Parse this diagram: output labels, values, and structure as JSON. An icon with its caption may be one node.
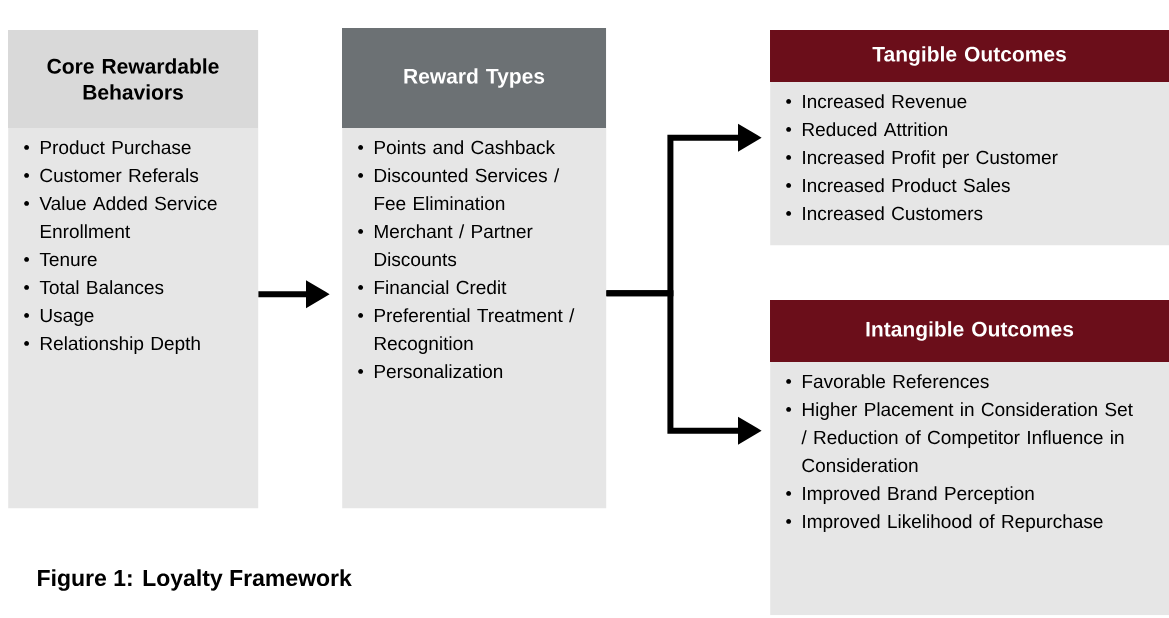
{
  "diagram": {
    "caption": "Figure 1: Loyalty Framework",
    "nodes": [
      {
        "text": [
          "Core Rewardable Behaviors",
          "Product Purchase",
          "Customer Referals",
          "Value Added Service Enrollment",
          "Tenure",
          "Total Balances",
          "Usage",
          "Relationship Depth"
        ]
      },
      {
        "text": [
          "Reward Types",
          "Points and Cashback",
          "Discounted Services / Fee Elimination",
          "Merchant / Partner Discounts",
          "Financial Credit",
          "Preferential Treatment / Recognition",
          "Personalization"
        ]
      },
      {
        "text": [
          "Tangible Outcomes",
          "Increased Revenue",
          "Reduced Attrition",
          "Increased Profit per Customer",
          "Increased Product Sales",
          "Increased Customers"
        ]
      },
      {
        "text": [
          "Intangible Outcomes",
          "Favorable References",
          "Higher Placement in Consideration Set / Reduction of Competitor Influence in Consideration",
          "Improved Brand Perception",
          "Improved Likelihood of Repurchase"
        ]
      }
    ],
    "edges": [
      {
        "from": 0,
        "to": 1,
        "arrow": "to"
      },
      {
        "from": 1,
        "to": 2,
        "arrow": "to"
      },
      {
        "from": 1,
        "to": 3,
        "arrow": "to"
      }
    ]
  }
}
